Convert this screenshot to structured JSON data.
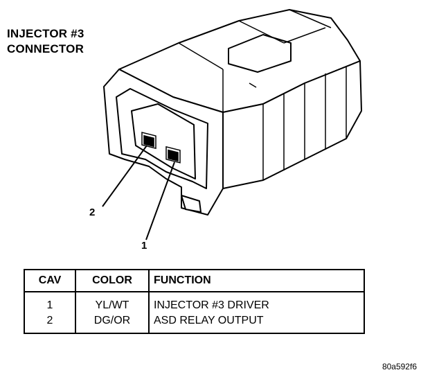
{
  "title": {
    "line1": "INJECTOR #3",
    "line2": "CONNECTOR"
  },
  "callouts": {
    "pin1": "1",
    "pin2": "2"
  },
  "table": {
    "headers": [
      "CAV",
      "COLOR",
      "FUNCTION"
    ],
    "rows": [
      {
        "cav": "1",
        "color": "YL/WT",
        "function": "INJECTOR #3 DRIVER"
      },
      {
        "cav": "2",
        "color": "DG/OR",
        "function": "ASD RELAY OUTPUT"
      }
    ]
  },
  "figure_code": "80a592f6"
}
